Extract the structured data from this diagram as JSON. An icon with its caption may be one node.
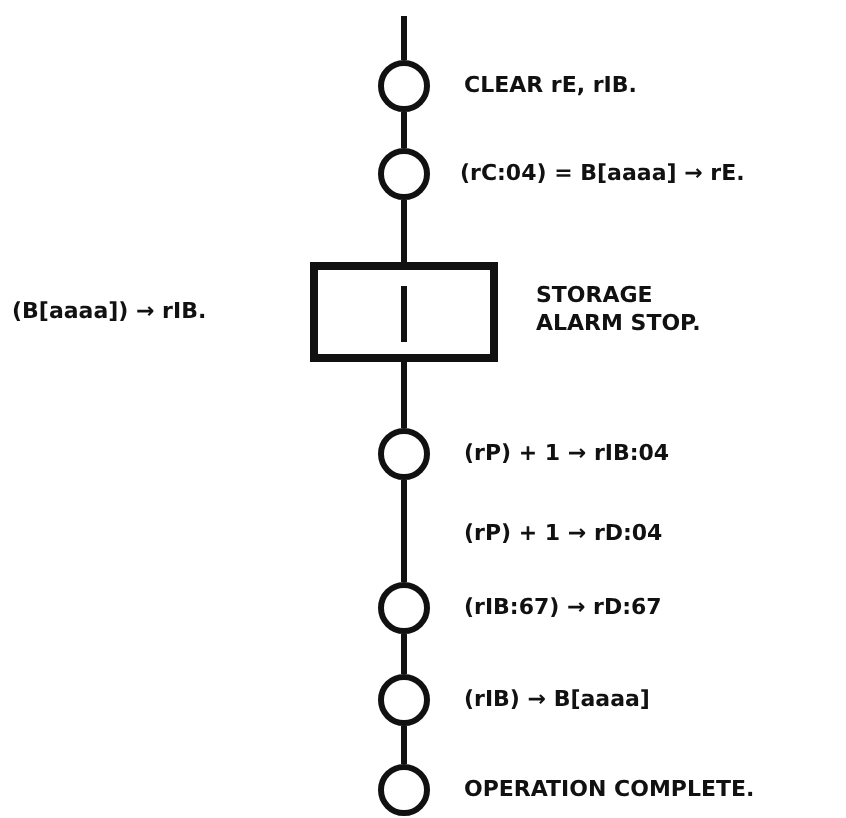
{
  "diagram": {
    "nodes": [
      {
        "text": [],
        "shape": "circle",
        "beside": [
          "CLEAR rE, rIB."
        ]
      },
      {
        "text": [],
        "shape": "circle",
        "beside": [
          "(rC:04) = B[aaaa] → rE."
        ]
      },
      {
        "text": [],
        "shape": "box",
        "beside": [
          "STORAGE ALARM STOP."
        ]
      },
      {
        "text": [],
        "shape": "circle",
        "beside": [
          "(rP) + 1 → rIB:04",
          "(rP) + 1 → rD:04"
        ]
      },
      {
        "text": [],
        "shape": "circle",
        "beside": [
          "(rIB:67) → rD:67"
        ]
      },
      {
        "text": [],
        "shape": "circle",
        "beside": [
          "(rIB) → B[aaaa]"
        ]
      },
      {
        "text": [],
        "shape": "circle",
        "beside": [
          "OPERATION COMPLETE."
        ]
      }
    ],
    "edges": [
      {
        "from": null,
        "to": 0,
        "arrow": "none"
      },
      {
        "from": 0,
        "to": 1,
        "arrow": "none"
      },
      {
        "from": 1,
        "to": 2,
        "arrow": "none"
      },
      {
        "from": 2,
        "to": 3,
        "arrow": "none"
      },
      {
        "from": 3,
        "to": 4,
        "arrow": "none"
      },
      {
        "from": 4,
        "to": 5,
        "arrow": "none"
      },
      {
        "from": 5,
        "to": 6,
        "arrow": "none"
      }
    ],
    "labels": [
      "(B[aaaa]) → rIB."
    ]
  }
}
